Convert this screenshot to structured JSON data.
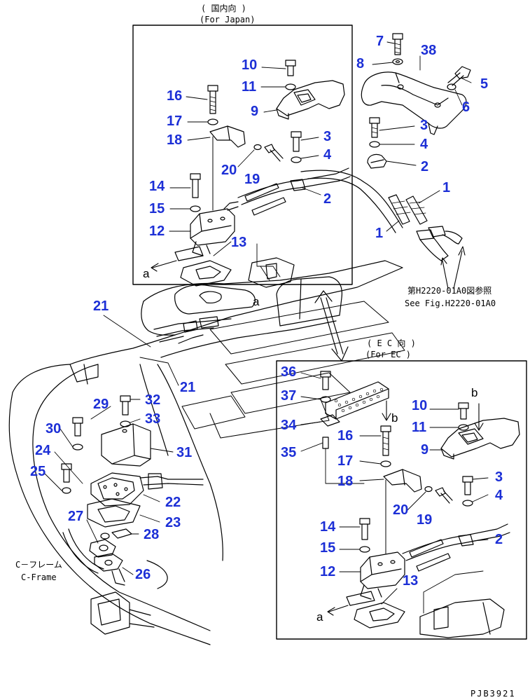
{
  "captions": {
    "japan_jp": "( 国内向 )",
    "japan_en": "(For Japan)",
    "ec_jp": "( E C 向 )",
    "ec_en": "(For EC )",
    "see_fig_jp": "第H2220-01A0図参照",
    "see_fig_en": "See Fig.H2220-01A0",
    "cframe_jp": "C－フレーム",
    "cframe_en": "C-Frame",
    "drawing_code": "PJB3921"
  },
  "view_letters": {
    "a": "a",
    "b": "b"
  },
  "callouts": {
    "c7": "7",
    "c8": "8",
    "c38": "38",
    "c5": "5",
    "c6": "6",
    "c3_top": "3",
    "c4_top": "4",
    "c2_top": "2",
    "c1_a": "1",
    "c1_b": "1",
    "j10": "10",
    "j11": "11",
    "j9": "9",
    "j16": "16",
    "j17": "17",
    "j18": "18",
    "j3": "3",
    "j4": "4",
    "j20": "20",
    "j19": "19",
    "j2": "2",
    "j14": "14",
    "j15": "15",
    "j12": "12",
    "j13": "13",
    "m21_a": "21",
    "m21_b": "21",
    "m29": "29",
    "m32": "32",
    "m33": "33",
    "m30": "30",
    "m31": "31",
    "m24": "24",
    "m25": "25",
    "m22": "22",
    "m27": "27",
    "m23": "23",
    "m28": "28",
    "m26": "26",
    "e36": "36",
    "e37": "37",
    "e34": "34",
    "e35": "35",
    "e10": "10",
    "e11": "11",
    "e9": "9",
    "e16": "16",
    "e17": "17",
    "e18": "18",
    "e3": "3",
    "e4": "4",
    "e20": "20",
    "e19": "19",
    "e2": "2",
    "e14": "14",
    "e15": "15",
    "e12": "12",
    "e13": "13"
  }
}
